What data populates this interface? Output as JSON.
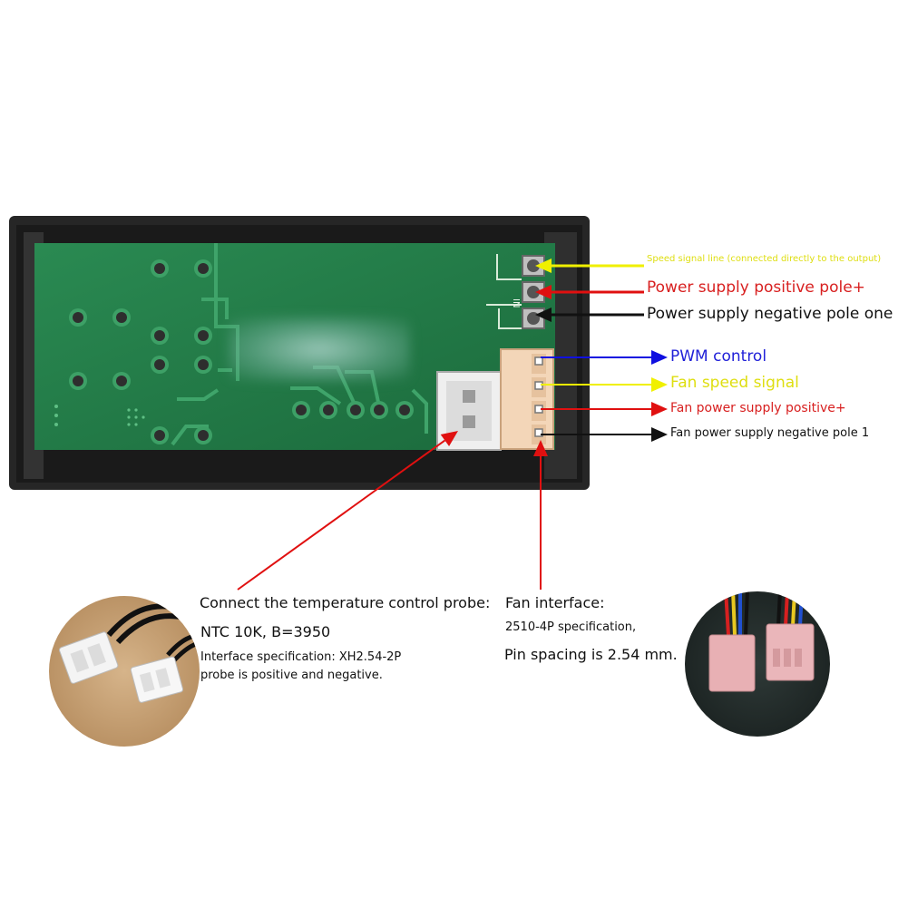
{
  "colors": {
    "yellow": "#f0f000",
    "red": "#e01010",
    "blue": "#1010e0",
    "black": "#111111",
    "pcb_green": "#1f7a45",
    "case_dark": "#2b2b2b"
  },
  "board": {
    "in_marking": "IN"
  },
  "labels": {
    "speed_signal_line": "Speed signal line (connected directly to the output)",
    "power_positive": "Power supply positive pole+",
    "power_negative": "Power supply negative pole one",
    "pwm_control": "PWM control",
    "fan_speed_signal": "Fan speed signal",
    "fan_power_positive": "Fan power supply positive+",
    "fan_power_negative": "Fan power supply negative pole 1"
  },
  "probe_info": {
    "title": "Connect the temperature control probe:",
    "ntc": "NTC 10K, B=3950",
    "interface": "Interface specification: XH2.54-2P",
    "polarity": "probe is positive and negative."
  },
  "fan_info": {
    "title": "Fan interface:",
    "spec": "2510-4P specification,",
    "pitch": "Pin spacing is 2.54 mm."
  },
  "icons": [
    "xh254-2p-connector-photo",
    "fan-4p-connector-photo"
  ]
}
